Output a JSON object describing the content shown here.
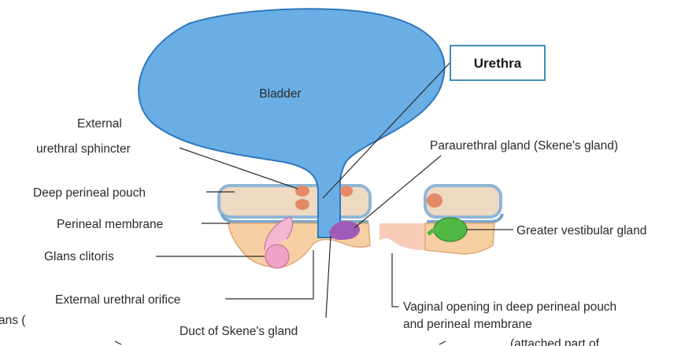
{
  "title_box": "Urethra",
  "labels": {
    "bladder": "Bladder",
    "external_sphincter_1": "External",
    "external_sphincter_2": "urethral sphincter",
    "deep_perineal_pouch": "Deep perineal pouch",
    "perineal_membrane": "Perineal membrane",
    "glans_clitoris": "Glans clitoris",
    "external_urethral_orifice": "External urethral orifice",
    "duct_skenes": "Duct of Skene's gland",
    "paraurethral_gland": "Paraurethral gland (Skene's gland)",
    "greater_vestibular_gland": "Greater vestibular gland",
    "vaginal_opening_1": "Vaginal opening in deep perineal pouch",
    "vaginal_opening_2": "and perineal membrane",
    "cut_left": "ans (",
    "cut_bottom_right": "(attached part of"
  },
  "colors": {
    "bladder": "#6aaee6",
    "bladder_stroke": "#2f78bb",
    "pouch": "#eed9c2",
    "membrane": "#8fb6d6",
    "tissue": "#f6cfa2",
    "tissue_stroke": "#e0aa78",
    "sphincter": "#e48a68",
    "glans": "#f0a3c4",
    "gland_green": "#52b944",
    "skene_purple": "#a15ab8",
    "box_border": "#3f8fb4"
  }
}
